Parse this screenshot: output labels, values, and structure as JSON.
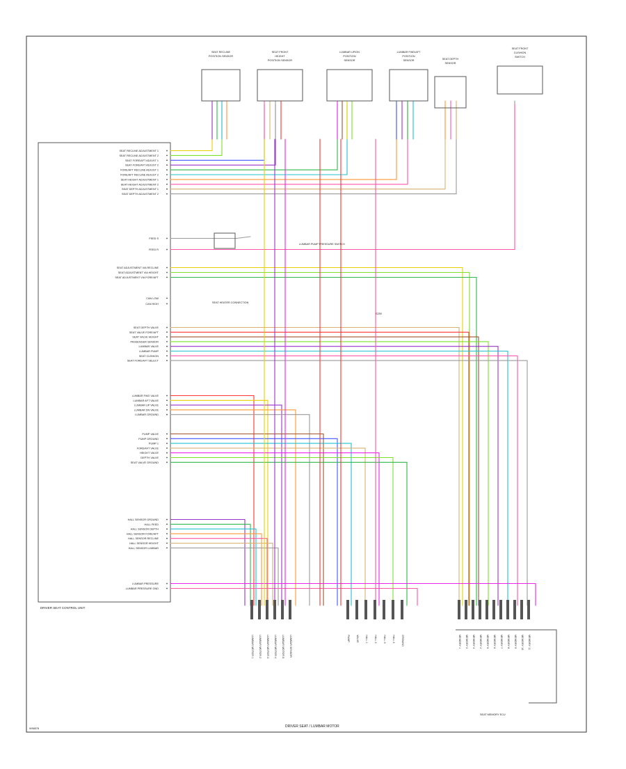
{
  "title": "DRIVER SEAT / LUMBAR MOTOR",
  "footer_code": "W56578",
  "module_label": "DRIVER SEAT CONTROL UNIT",
  "memory_module_label": "SEAT MEMORY ECU",
  "top_components": [
    {
      "id": "c1",
      "label": "SEAT RECLINE\nPOSITION SENSOR"
    },
    {
      "id": "c2",
      "label": "SEAT FRONT\nHEIGHT\nPOSITION SENSOR"
    },
    {
      "id": "c3",
      "label": "LUMBAR UP/DN\nPOSITION\nSENSOR"
    },
    {
      "id": "c4",
      "label": "LUMBAR FWD/AFT\nPOSITION\nSENSOR"
    },
    {
      "id": "c5",
      "label": "SEAT DEPTH\nSENSOR"
    },
    {
      "id": "c6",
      "label": "SEAT FRONT\nCUSHION\nSWITCH"
    }
  ],
  "inline_labels": {
    "lumbar_pump": "LUMBAR PUMP\nPRESSURE SWITCH",
    "heater": "SEAT HEATER\nCONNECTION",
    "splice": "S250"
  },
  "left_pins_group1": [
    "SEAT RECLINE ADJUSTMENT 1",
    "SEAT RECLINE ADJUSTMENT 2",
    "SEAT FORE/AFT ADJUST 1",
    "SEAT FORE/AFT ADJUST 2",
    "FORE/AFT RECLINE ADJUST 1",
    "FORE/AFT RECLINE ADJUST 2",
    "SEAT HEIGHT ADJUSTMENT 1",
    "SEAT HEIGHT ADJUSTMENT 2",
    "SEAT DEPTH ADJUSTMENT 1",
    "SEAT DEPTH ADJUSTMENT 2"
  ],
  "left_pins_group2": [
    "FEED S",
    "FEED R"
  ],
  "left_pins_group3": [
    "SEAT ADJUSTMENT VIA RECLINE",
    "SEAT ADJUSTMENT VIA HEIGHT",
    "SEAT ADJUSTMENT VIA FORE/AFT"
  ],
  "left_pins_group4": [
    "CAN LOW",
    "CAN HIGH"
  ],
  "left_pins_group5": [
    "SEAT DEPTH VALVE",
    "SEAT VALVE FORE/AFT",
    "SEAT VALVE HEIGHT",
    "PASSENGER SENSOR",
    "LUMBAR VALVE",
    "LUMBAR PUMP",
    "SEAT CUSHION",
    "SEAT FORE/AFT SELECT"
  ],
  "left_pins_group6": [
    "LUMBAR FWD VALVE",
    "LUMBAR AFT VALVE",
    "LUMBAR UP VALVE",
    "LUMBAR DN VALVE",
    "LUMBAR GROUND"
  ],
  "left_pins_group7": [
    "PUMP VALVE",
    "PUMP GROUND",
    "PUMP 1",
    "FORE/AFT VALVE",
    "HEIGHT VALVE",
    "DEPTH VALVE",
    "SEAT VALVE GROUND"
  ],
  "left_pins_group8": [
    "HALL SENSOR GROUND",
    "HALL FEED",
    "HALL SENSOR DEPTH",
    "HALL SENSOR FORE/AFT",
    "HALL SENSOR RECLINE",
    "HALL SENSOR HEIGHT",
    "HALL SENSOR LUMBAR"
  ],
  "left_pins_group9": [
    "LUMBAR PRESSURE",
    "LUMBAR PRESSURE GND"
  ],
  "bottom_connectors_a": [
    "LUMBAR MOTOR 1",
    "LUMBAR MOTOR 2",
    "LUMBAR MOTOR 3",
    "LUMBAR MOTOR 4",
    "LUMBAR MOTOR 5",
    "LUMBAR SENSOR"
  ],
  "bottom_connectors_b": [
    "PUMP",
    "VALVE",
    "HALL 1",
    "HALL 2",
    "HALL 3",
    "HALL 4",
    "GROUND"
  ],
  "bottom_connectors_c": [
    "MEMORY 1",
    "MEMORY 2",
    "MEMORY 3",
    "MEMORY 4",
    "MEMORY 5",
    "MEMORY 6",
    "MEMORY 7",
    "MEMORY 8",
    "MEMORY 9",
    "MEMORY 10",
    "MEMORY 11"
  ],
  "wire_colors": {
    "pink": "#ff55aa",
    "red": "#ff3333",
    "orange": "#ff9933",
    "yellow": "#e8d000",
    "lime": "#7de02a",
    "green": "#2fb84a",
    "blue": "#4455ff",
    "violet": "#9933cc",
    "cyan": "#22c0d0",
    "tan": "#d9b070",
    "gray": "#999999",
    "magenta": "#ee22ee",
    "brown": "#a0522d"
  }
}
